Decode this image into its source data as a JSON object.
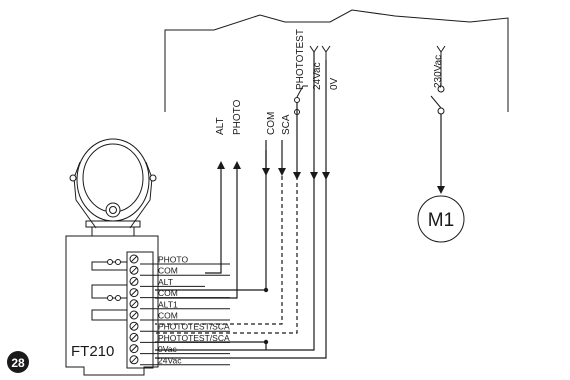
{
  "figure_number": "28",
  "device": {
    "name": "FT210"
  },
  "control_unit": {
    "terminals": [
      "ALT",
      "PHOTO",
      "COM",
      "SCA",
      "PHOTOTEST",
      "24Vac",
      "0V"
    ],
    "mains": "230Vac"
  },
  "motor": {
    "label": "M1"
  },
  "ft210_terminals": [
    "PHOTO",
    "COM",
    "ALT",
    "COM",
    "ALT1",
    "COM",
    "PHOTOTEST/SCA",
    "PHOTOTEST/SCA",
    "0Vac",
    "24Vac"
  ]
}
